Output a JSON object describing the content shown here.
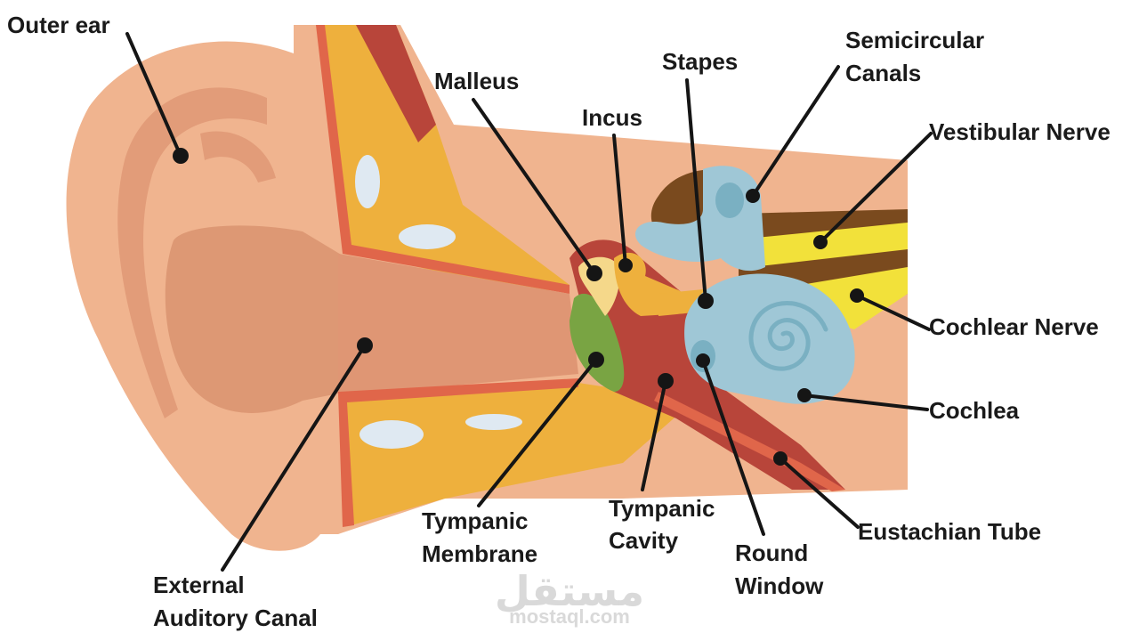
{
  "diagram": {
    "title_hidden": "",
    "labels": {
      "outer_ear": "Outer ear",
      "malleus": "Malleus",
      "incus": "Incus",
      "stapes": "Stapes",
      "semicircular_1": "Semicircular",
      "semicircular_2": "Canals",
      "vestibular_nerve": "Vestibular Nerve",
      "cochlear_nerve": "Cochlear Nerve",
      "cochlea": "Cochlea",
      "eustachian_tube": "Eustachian Tube",
      "round_window_1": "Round",
      "round_window_2": "Window",
      "tympanic_cavity_1": "Tympanic",
      "tympanic_cavity_2": "Cavity",
      "tympanic_membrane_1": "Tympanic",
      "tympanic_membrane_2": "Membrane",
      "external_canal_1": "External",
      "external_canal_2": "Auditory Canal"
    },
    "watermark": {
      "arabic": "مستقل",
      "latin": "mostaql.com"
    },
    "colors": {
      "skin": "#f0b48f",
      "skin_dark": "#d98f6e",
      "bone_yellow": "#eeb03d",
      "muscle_red": "#b8453a",
      "membrane_green": "#79a443",
      "inner_ear_blue": "#9fc7d6",
      "nerve_yellow": "#f2e13a",
      "nerve_brown": "#7a4a1e"
    }
  }
}
